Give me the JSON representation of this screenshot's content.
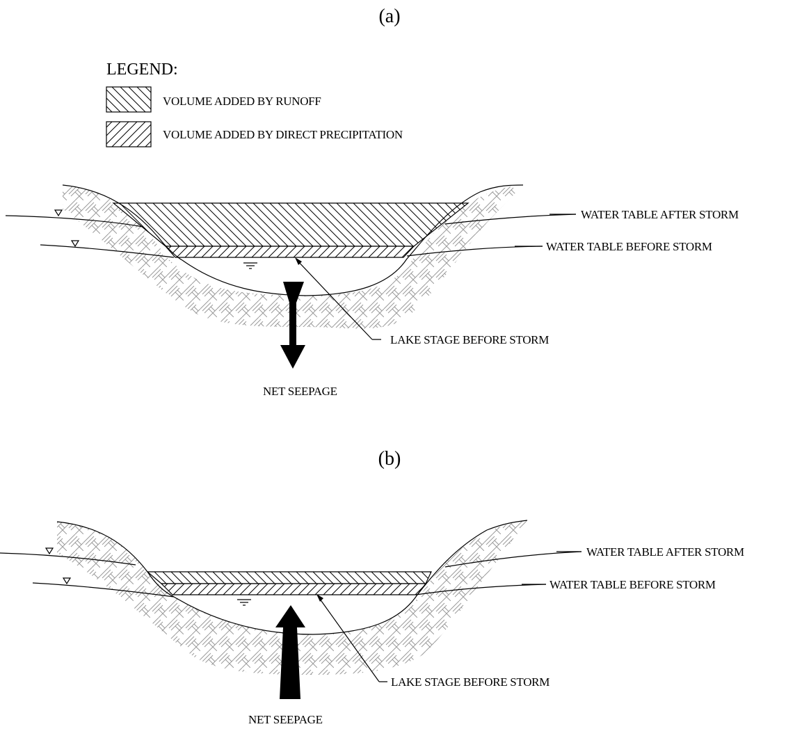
{
  "legend": {
    "title": "LEGEND:",
    "items": [
      {
        "label": "VOLUME ADDED BY RUNOFF",
        "pattern": "runoff-hatch"
      },
      {
        "label": "VOLUME ADDED BY DIRECT PRECIPITATION",
        "pattern": "precip-hatch"
      }
    ]
  },
  "panels": [
    {
      "label": "(a)",
      "wt_after": "WATER TABLE AFTER STORM",
      "wt_before": "WATER TABLE BEFORE STORM",
      "lake_stage": "LAKE STAGE BEFORE STORM",
      "seepage": "NET SEEPAGE",
      "seepage_direction": "down"
    },
    {
      "label": "(b)",
      "wt_after": "WATER TABLE AFTER STORM",
      "wt_before": "WATER TABLE BEFORE STORM",
      "lake_stage": "LAKE STAGE BEFORE STORM",
      "seepage": "NET SEEPAGE",
      "seepage_direction": "up"
    }
  ],
  "colors": {
    "ink": "#000000",
    "soil": "#9a9a9a",
    "background": "#ffffff"
  }
}
